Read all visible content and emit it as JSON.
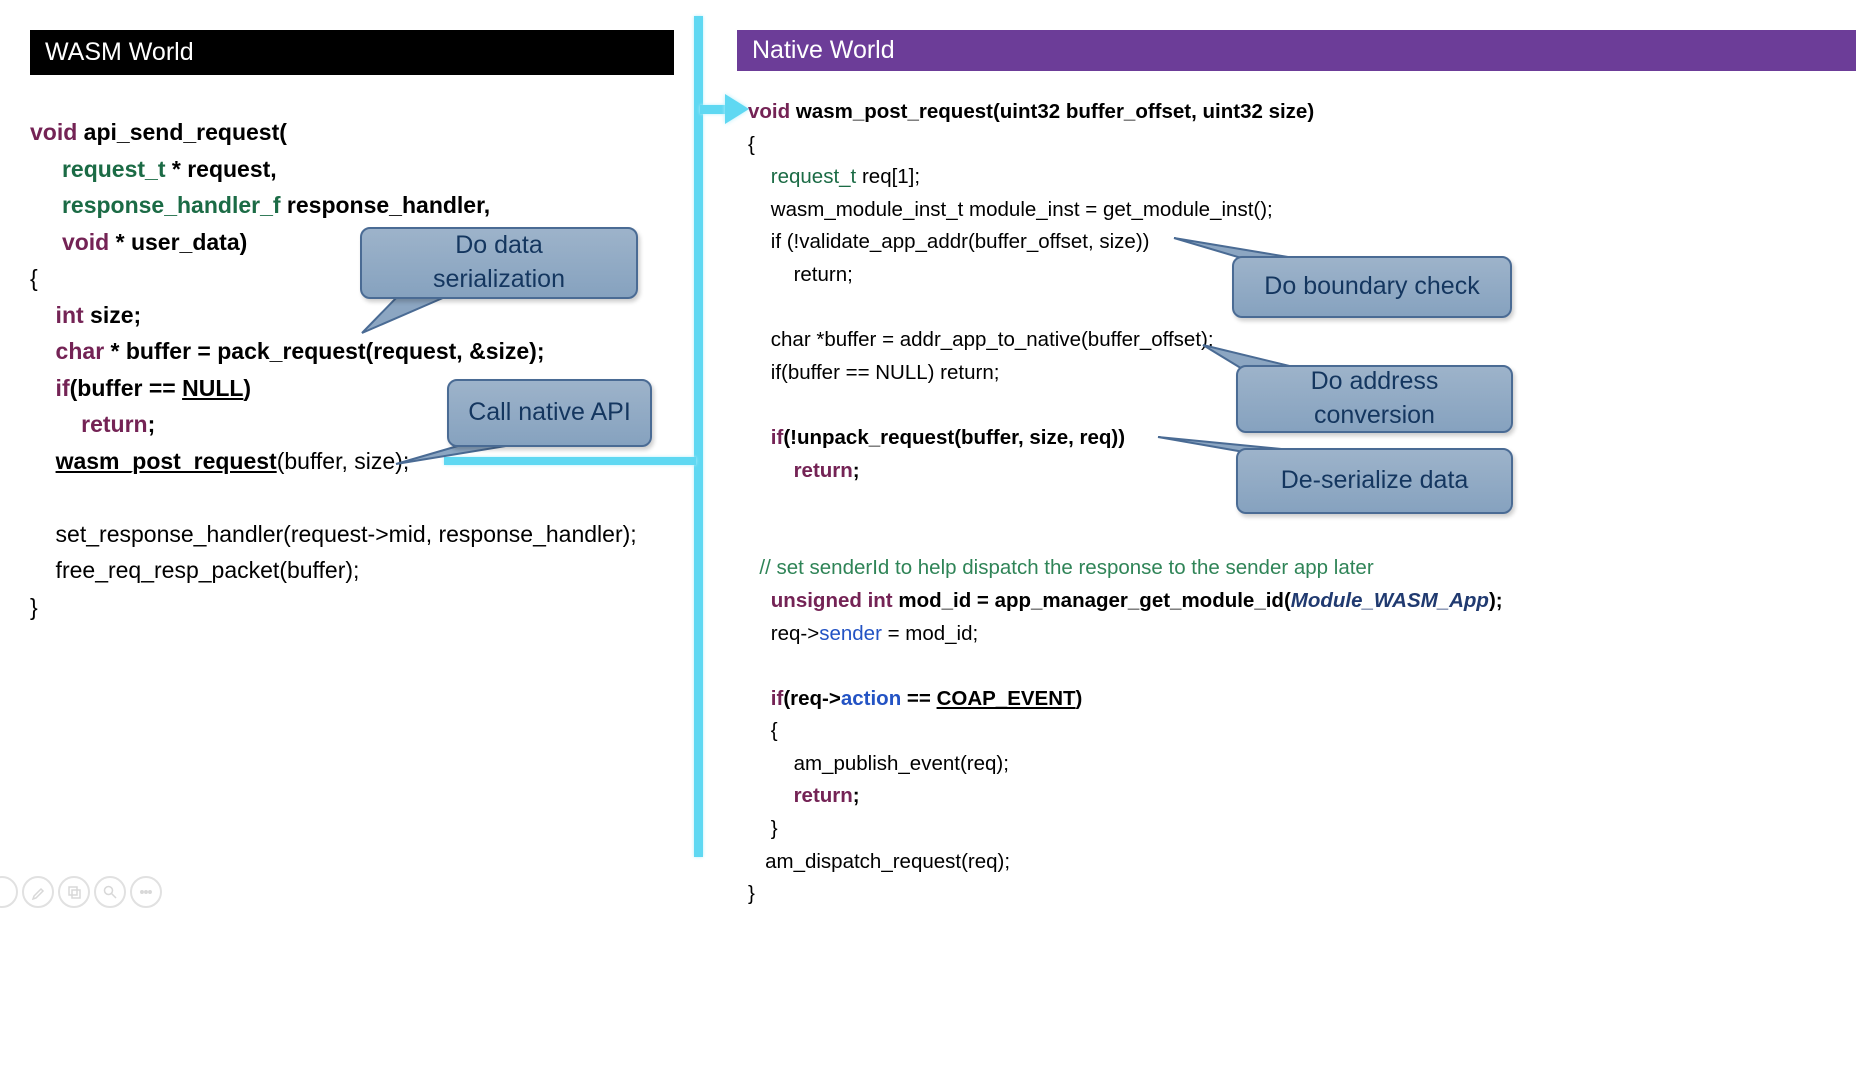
{
  "headers": {
    "wasm": "WASM World",
    "native": "Native World"
  },
  "callouts": {
    "serialization": "Do data\nserialization",
    "native_api": "Call native API",
    "boundary": "Do boundary check",
    "address": "Do address\nconversion",
    "deserialize": "De-serialize data"
  },
  "colors": {
    "native_header": "#6C3D98",
    "wasm_header": "#000000",
    "flow_arrow": "#5FD8F2",
    "bubble_fill": "#8CA6C2",
    "bubble_border": "#4A6B94",
    "keyword": "#742355",
    "type_green": "#1B6B45",
    "comment_green": "#2F8457",
    "identifier_blue": "#2353C4",
    "module_navy": "#203A70"
  },
  "left_code": {
    "lines": [
      [
        [
          "k",
          "void"
        ],
        [
          "b",
          " api_send_request("
        ]
      ],
      [
        [
          "t",
          "     request_t"
        ],
        [
          "b",
          " * request,"
        ]
      ],
      [
        [
          "t",
          "     response_handler_f"
        ],
        [
          "b",
          " response_handler,"
        ]
      ],
      [
        [
          "k",
          "     void"
        ],
        [
          "b",
          " * user_data)"
        ]
      ],
      [
        [
          "n",
          "{"
        ]
      ],
      [
        [
          "k",
          "    int"
        ],
        [
          "b",
          " size;"
        ]
      ],
      [
        [
          "k",
          "    char"
        ],
        [
          "b",
          " * buffer = pack_request(request, &size);"
        ]
      ],
      [
        [
          "k",
          "    if"
        ],
        [
          "b",
          "(buffer == "
        ],
        [
          "u",
          "NULL"
        ],
        [
          "b",
          ")"
        ]
      ],
      [
        [
          "k",
          "        return"
        ],
        [
          "b",
          ";"
        ]
      ],
      [
        [
          "n",
          "    "
        ],
        [
          "u",
          "wasm_post_request"
        ],
        [
          "n",
          "(buffer, size);"
        ]
      ],
      [],
      [
        [
          "n",
          "    set_response_handler(request->mid, response_handler);"
        ]
      ],
      [
        [
          "n",
          "    free_req_resp_packet(buffer);"
        ]
      ],
      [
        [
          "n",
          "}"
        ]
      ]
    ]
  },
  "right_code": {
    "lines": [
      [
        [
          "k",
          "void"
        ],
        [
          "b",
          " wasm_post_request(uint32 buffer_offset, uint32 size)"
        ]
      ],
      [
        [
          "n",
          "{"
        ]
      ],
      [
        [
          "tg",
          "    request_t"
        ],
        [
          "n",
          " req[1];"
        ]
      ],
      [
        [
          "n",
          "    wasm_module_inst_t module_inst = get_module_inst();"
        ]
      ],
      [
        [
          "n",
          "    if (!validate_app_addr(buffer_offset, size))"
        ]
      ],
      [
        [
          "n",
          "        return;"
        ]
      ],
      [],
      [
        [
          "n",
          "    char *buffer = addr_app_to_native(buffer_offset);"
        ]
      ],
      [
        [
          "n",
          "    if(buffer == NULL) return;"
        ]
      ],
      [],
      [
        [
          "k",
          "    if"
        ],
        [
          "b",
          "(!unpack_request(buffer, size, req))"
        ]
      ],
      [
        [
          "k",
          "        return"
        ],
        [
          "b",
          ";"
        ]
      ],
      [],
      [],
      [
        [
          "g",
          "  // set senderId to help dispatch the response to the sender app later"
        ]
      ],
      [
        [
          "k",
          "    unsigned int"
        ],
        [
          "b",
          " mod_id = app_manager_get_module_id("
        ],
        [
          "mi",
          "Module_WASM_App"
        ],
        [
          "b",
          ");"
        ]
      ],
      [
        [
          "n",
          "    req->"
        ],
        [
          "bl",
          "sender"
        ],
        [
          "n",
          " = mod_id;"
        ]
      ],
      [],
      [
        [
          "k",
          "    if"
        ],
        [
          "b",
          "(req->"
        ],
        [
          "blb",
          "action"
        ],
        [
          "b",
          " == "
        ],
        [
          "u",
          "COAP_EVENT"
        ],
        [
          "b",
          ")"
        ]
      ],
      [
        [
          "n",
          "    {"
        ]
      ],
      [
        [
          "n",
          "        am_publish_event(req);"
        ]
      ],
      [
        [
          "k",
          "        return"
        ],
        [
          "b",
          ";"
        ]
      ],
      [
        [
          "n",
          "    }"
        ]
      ],
      [
        [
          "n",
          "   am_dispatch_request(req);"
        ]
      ],
      [
        [
          "n",
          "}"
        ]
      ]
    ]
  },
  "toolbar": {
    "icons": [
      "pen-icon",
      "copy-icon",
      "zoom-icon",
      "more-icon"
    ]
  }
}
